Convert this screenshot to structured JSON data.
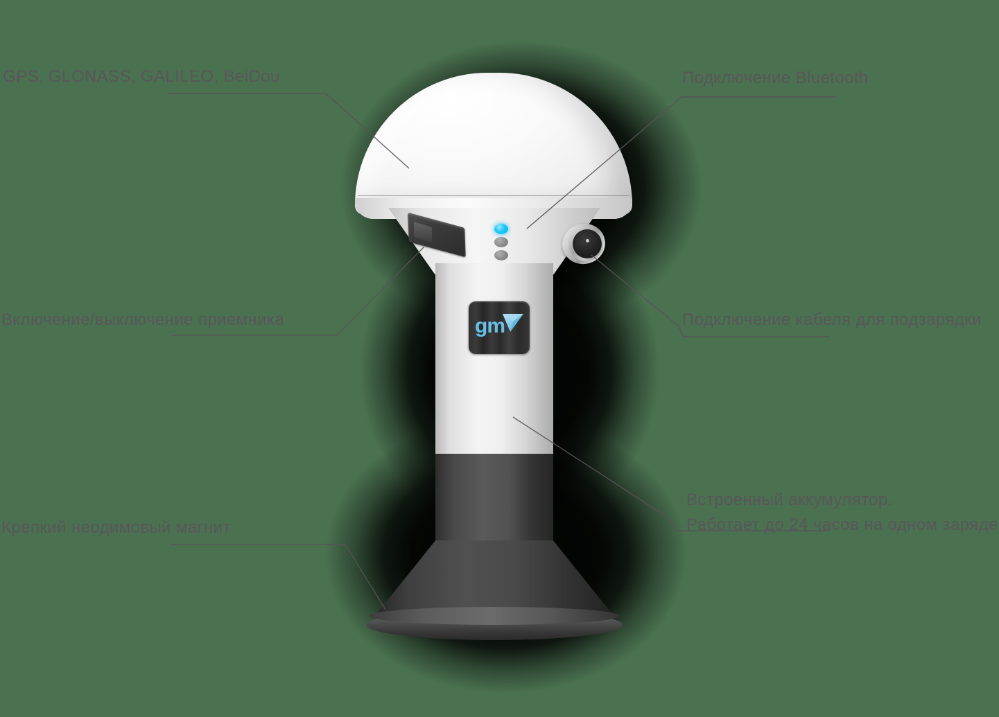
{
  "scene": {
    "background_color": "#4a7150",
    "label_color": "#5c545a",
    "leader_line_color": "#5a5258",
    "accent_blue": "#22c8f5",
    "logo_blue": "#69c0e6"
  },
  "product": {
    "name": "gm",
    "brand_text": "gm",
    "led_status": {
      "top": "on",
      "middle": "off",
      "bottom": "off"
    }
  },
  "callouts": [
    {
      "id": "gnss",
      "label": "GPS, GLONASS, GALILEO, BeiDou",
      "position": "top-left"
    },
    {
      "id": "bluetooth",
      "label": "Подключение Bluetooth",
      "position": "top-right"
    },
    {
      "id": "power",
      "label": "Включение/выключение приемника",
      "position": "mid-left"
    },
    {
      "id": "charging",
      "label": "Подключение кабеля для подзарядки",
      "position": "mid-right"
    },
    {
      "id": "magnet",
      "label": "Крепкий неодимовый магнит",
      "position": "bottom-left"
    },
    {
      "id": "battery",
      "line1": "Встроенный аккумулятор.",
      "line2": "Работает до 24 часов на одном заряде",
      "position": "bottom-right"
    }
  ]
}
